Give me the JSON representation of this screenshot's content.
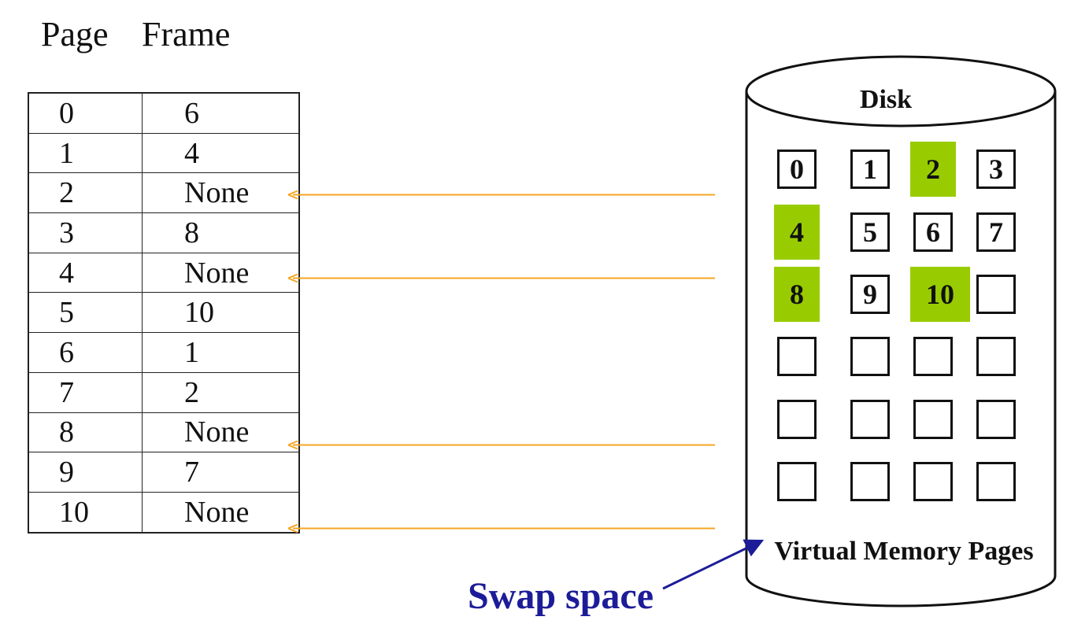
{
  "header": {
    "page": "Page",
    "frame": "Frame"
  },
  "page_table": [
    {
      "page": "0",
      "frame": "6"
    },
    {
      "page": "1",
      "frame": "4"
    },
    {
      "page": "2",
      "frame": "None"
    },
    {
      "page": "3",
      "frame": "8"
    },
    {
      "page": "4",
      "frame": "None"
    },
    {
      "page": "5",
      "frame": "10"
    },
    {
      "page": "6",
      "frame": "1"
    },
    {
      "page": "7",
      "frame": "2"
    },
    {
      "page": "8",
      "frame": "None"
    },
    {
      "page": "9",
      "frame": "7"
    },
    {
      "page": "10",
      "frame": "None"
    }
  ],
  "disk": {
    "label": "Disk",
    "cells": [
      {
        "label": "0",
        "highlighted": false
      },
      {
        "label": "1",
        "highlighted": false
      },
      {
        "label": "2",
        "highlighted": true
      },
      {
        "label": "3",
        "highlighted": false
      },
      {
        "label": "4",
        "highlighted": true
      },
      {
        "label": "5",
        "highlighted": false
      },
      {
        "label": "6",
        "highlighted": false
      },
      {
        "label": "7",
        "highlighted": false
      },
      {
        "label": "8",
        "highlighted": true
      },
      {
        "label": "9",
        "highlighted": false
      },
      {
        "label": "10",
        "highlighted": true
      },
      {
        "label": "",
        "highlighted": false
      },
      {
        "label": "",
        "highlighted": false
      },
      {
        "label": "",
        "highlighted": false
      },
      {
        "label": "",
        "highlighted": false
      },
      {
        "label": "",
        "highlighted": false
      },
      {
        "label": "",
        "highlighted": false
      },
      {
        "label": "",
        "highlighted": false
      },
      {
        "label": "",
        "highlighted": false
      },
      {
        "label": "",
        "highlighted": false
      },
      {
        "label": "",
        "highlighted": false
      },
      {
        "label": "",
        "highlighted": false
      },
      {
        "label": "",
        "highlighted": false
      },
      {
        "label": "",
        "highlighted": false
      }
    ],
    "bottom_label": "Virtual Memory Pages"
  },
  "swap_label": "Swap space",
  "colors": {
    "highlight": "#99cc00",
    "arrow": "#f5a623",
    "swap_text": "#1c1c99"
  }
}
